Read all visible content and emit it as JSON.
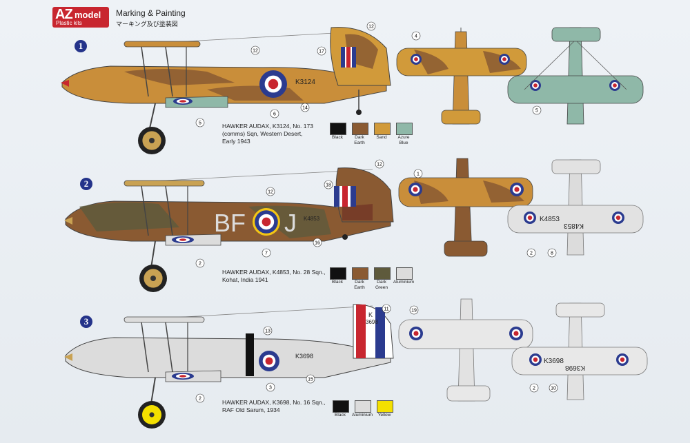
{
  "header": {
    "brand_az": "AZ",
    "brand_model": "model",
    "brand_tag": "Plastic kits",
    "title": "Marking & Painting",
    "subtitle": "マーキング及び塗装図"
  },
  "variants": [
    {
      "number": "1",
      "caption": [
        "HAWKER AUDAX, K3124, No. 173",
        "(comms) Sqn, Western Desert,",
        "Early 1943"
      ],
      "serial": "K3124",
      "colors": [
        {
          "name": "Black",
          "label": [
            "Black"
          ],
          "hex": "#111111"
        },
        {
          "name": "Dark Earth",
          "label": [
            "Dark",
            "Earth"
          ],
          "hex": "#8a5a32"
        },
        {
          "name": "Sand",
          "label": [
            "Sand"
          ],
          "hex": "#d19a3a"
        },
        {
          "name": "Azure Blue",
          "label": [
            "Azure",
            "Blue"
          ],
          "hex": "#8fb8a8"
        }
      ],
      "callouts": [
        "12",
        "17",
        "12",
        "4",
        "6",
        "14",
        "5",
        "5"
      ]
    },
    {
      "number": "2",
      "caption": [
        "HAWKER AUDAX, K4853, No. 28 Sqn.,",
        "Kohat, India 1941"
      ],
      "serial": "K4853",
      "code_left": "BF",
      "code_right": "J",
      "colors": [
        {
          "name": "Black",
          "label": [
            "Black"
          ],
          "hex": "#111111"
        },
        {
          "name": "Dark Earth",
          "label": [
            "Dark",
            "Earth"
          ],
          "hex": "#8a5a32"
        },
        {
          "name": "Dark Green",
          "label": [
            "Dark",
            "Green"
          ],
          "hex": "#5e5a3c"
        },
        {
          "name": "Aluminium",
          "label": [
            "Aluminium"
          ],
          "hex": "#dcdcdc"
        }
      ],
      "callouts": [
        "12",
        "18",
        "12",
        "1",
        "7",
        "16",
        "2",
        "2",
        "8"
      ]
    },
    {
      "number": "3",
      "caption": [
        "HAWKER AUDAX, K3698, No. 16 Sqn.,",
        "RAF Old Sarum, 1934"
      ],
      "serial": "K3698",
      "fin_k": "K",
      "fin_num": "3698",
      "colors": [
        {
          "name": "Black",
          "label": [
            "Black"
          ],
          "hex": "#111111"
        },
        {
          "name": "Aluminium",
          "label": [
            "Aluminium"
          ],
          "hex": "#dcdcdc"
        },
        {
          "name": "Yellow",
          "label": [
            "Yellow"
          ],
          "hex": "#f4e000"
        }
      ],
      "callouts": [
        "11",
        "13",
        "19",
        "3",
        "15",
        "2",
        "2",
        "10"
      ]
    }
  ]
}
